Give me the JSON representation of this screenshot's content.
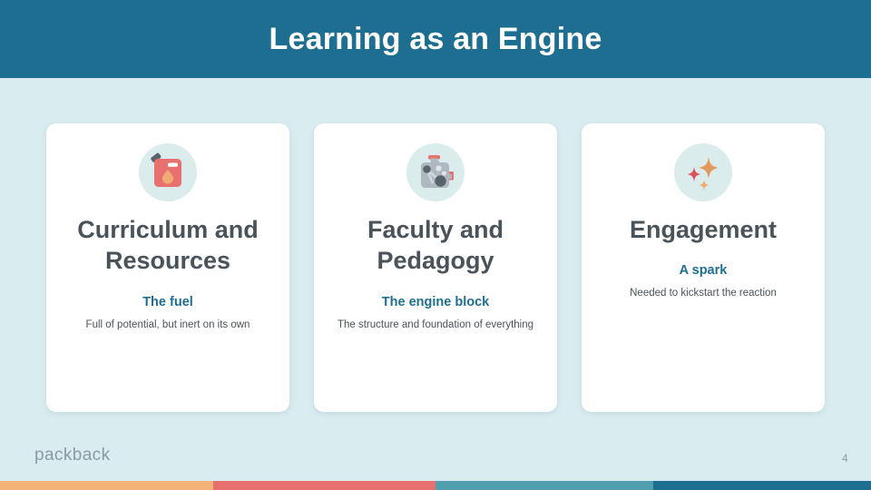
{
  "slide": {
    "title": "Learning as an Engine",
    "page_number": "4",
    "logo_text": "packback",
    "background_color": "#d9ecf0",
    "header_color": "#1d6e91",
    "title_color": "#ffffff",
    "card_background": "#ffffff",
    "heading_color": "#4a525a",
    "accent_color": "#1d6e91"
  },
  "cards": [
    {
      "icon_name": "fuel-can-icon",
      "icon_circle_color": "#dbeced",
      "title": "Curriculum and Resources",
      "subtitle": "The fuel",
      "description": "Full of potential, but inert on its own"
    },
    {
      "icon_name": "engine-block-icon",
      "icon_circle_color": "#dbeced",
      "title": "Faculty and Pedagogy",
      "subtitle": "The engine block",
      "description": "The structure and foundation of everything"
    },
    {
      "icon_name": "sparkles-icon",
      "icon_circle_color": "#dbeced",
      "title": "Engagement",
      "subtitle": "A spark",
      "description": "Needed to kickstart the reaction"
    }
  ],
  "stripe": [
    {
      "name": "orange",
      "color": "#f5b278",
      "width_pct": 24.5
    },
    {
      "name": "coral",
      "color": "#e86a6a",
      "width_pct": 25.5
    },
    {
      "name": "teal",
      "color": "#4f9fae",
      "width_pct": 25
    },
    {
      "name": "deep-blue",
      "color": "#1d6e91",
      "width_pct": 25
    }
  ]
}
